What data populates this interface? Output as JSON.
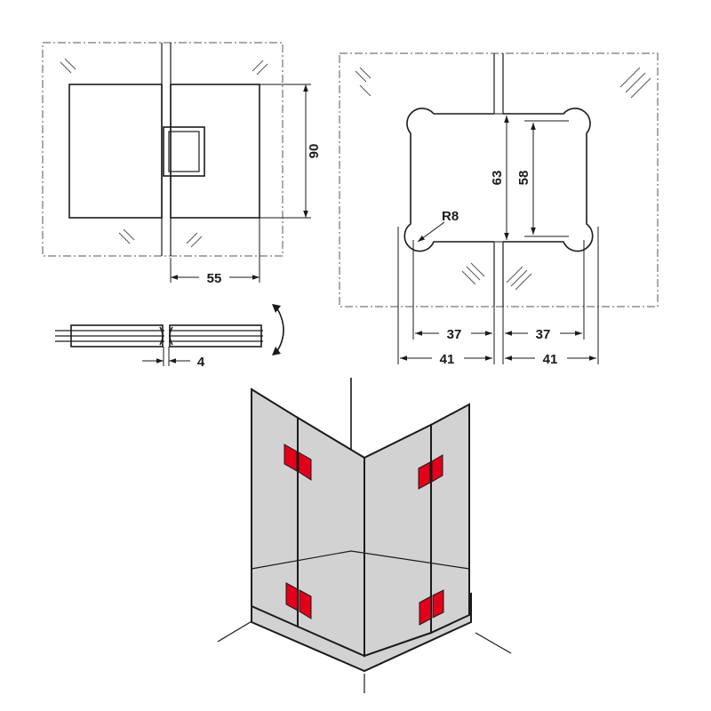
{
  "dimensions": {
    "hinge_height": "90",
    "hinge_width": "55",
    "glass_gap": "4",
    "cutout_outer_height": "63",
    "cutout_inner_height": "58",
    "corner_radius": "R8",
    "left_inner_width": "37",
    "right_inner_width": "37",
    "left_outer_width": "41",
    "right_outer_width": "41"
  },
  "colors": {
    "line": "#1a1a1a",
    "glass_fill": "#d2d2d2",
    "hinge_accent": "#e2001a"
  }
}
